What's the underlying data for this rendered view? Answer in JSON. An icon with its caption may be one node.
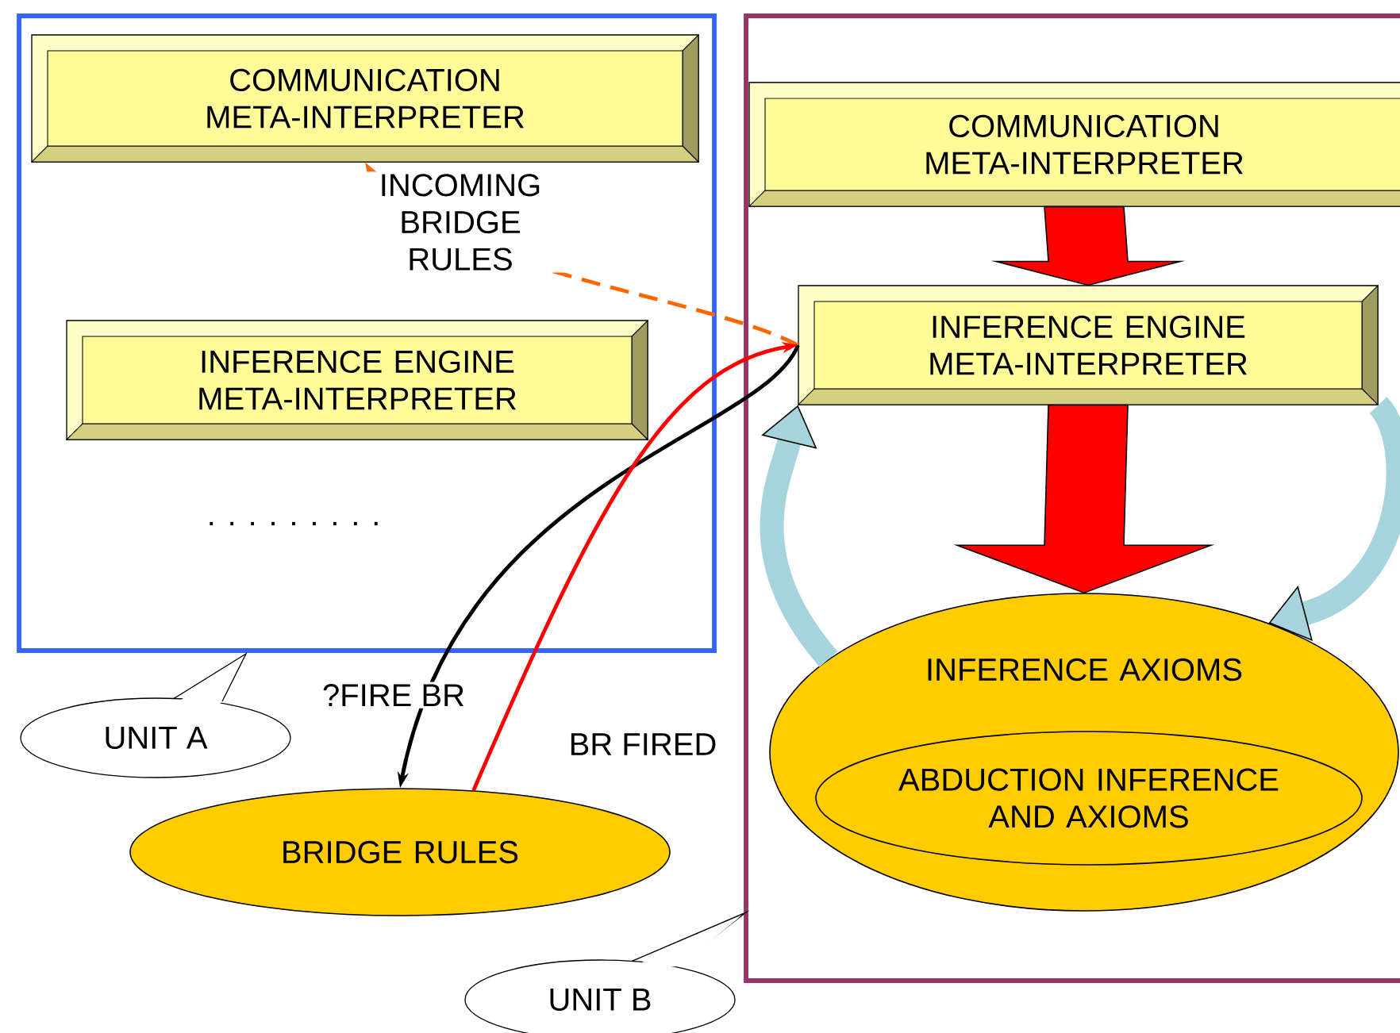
{
  "diagram": {
    "nodes": [
      {
        "text": [],
        "shape": "box"
      },
      {
        "text": [
          "COMMUNICATION META-INTERPRETER"
        ],
        "in": 0
      },
      {
        "text": [
          "INFERENCE ENGINE META-INTERPRETER"
        ],
        "in": 0
      },
      {
        "text": [],
        "shape": "box"
      },
      {
        "text": [
          "COMMUNICATION META-INTERPRETER"
        ],
        "in": 3
      },
      {
        "text": [
          "INFERENCE ENGINE META-INTERPRETER"
        ],
        "in": 3
      },
      {
        "text": [
          "INFERENCE AXIOMS"
        ],
        "in": 3
      },
      {
        "text": [
          "ABDUCTION INFERENCE AND AXIOMS"
        ],
        "in": 6
      },
      {
        "text": [
          "BRIDGE RULES"
        ]
      },
      {
        "text": [
          "UNIT A"
        ]
      },
      {
        "text": [
          "UNIT B"
        ]
      }
    ],
    "edges": [
      {
        "from": 5,
        "to": 1,
        "arrow": "to",
        "label": "INCOMING BRIDGE RULES",
        "style": "dashed",
        "color": "#ff6600"
      },
      {
        "from": 5,
        "to": 8,
        "arrow": "to",
        "label": "?FIRE BR",
        "color": "#000000"
      },
      {
        "from": 8,
        "to": 5,
        "arrow": "to",
        "label": "BR FIRED",
        "color": "#ff0000"
      },
      {
        "from": 4,
        "to": 5,
        "arrow": "to",
        "style": "thick",
        "color": "#ff0000"
      },
      {
        "from": 5,
        "to": 6,
        "arrow": "to",
        "style": "thick",
        "color": "#ff0000"
      },
      {
        "from": 6,
        "to": 5,
        "arrow": "to",
        "style": "thick",
        "color": "#a6d4dc"
      },
      {
        "from": 5,
        "to": 6,
        "arrow": "to",
        "style": "thick",
        "color": "#a6d4dc"
      }
    ],
    "labels": [
      ". . . . . . . . ."
    ]
  }
}
